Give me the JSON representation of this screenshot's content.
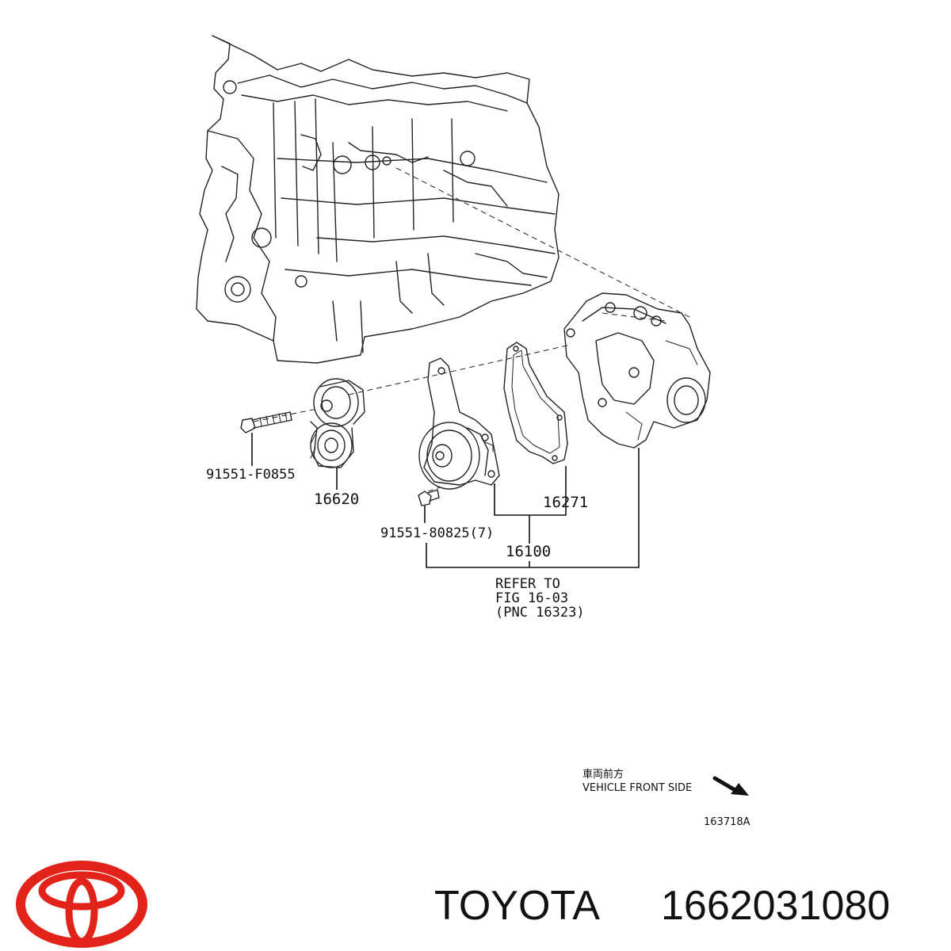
{
  "parts": {
    "bolt_tensioner": "91551-F0855",
    "tensioner": "16620",
    "bolt_pump": "91551-80825(7)",
    "gasket": "16271",
    "water_pump": "16100"
  },
  "refer_note": {
    "line1": "REFER TO",
    "line2": "FIG 16-03",
    "line3": "(PNC 16323)"
  },
  "orientation": {
    "japanese": "車両前方",
    "english": "VEHICLE FRONT SIDE"
  },
  "illustration_code": "163718A",
  "footer": {
    "brand": "TOYOTA",
    "part_number": "1662031080"
  },
  "colors": {
    "logo_red": "#e2231a",
    "line": "#222222"
  }
}
